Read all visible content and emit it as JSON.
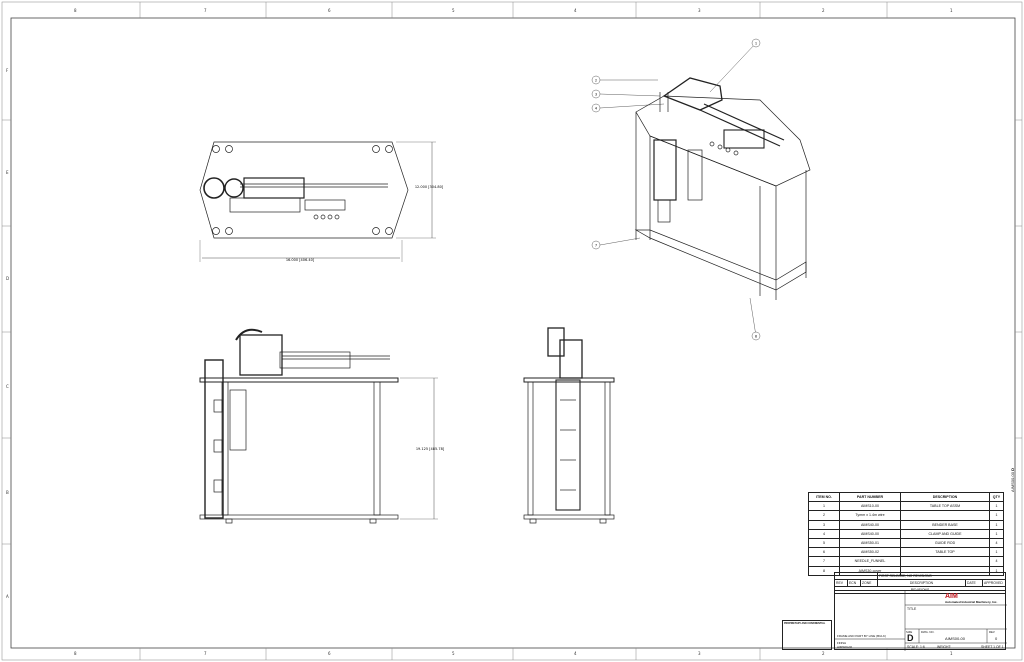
{
  "zones": {
    "columns_top": [
      "8",
      "7",
      "6",
      "5",
      "4",
      "3",
      "2",
      "1"
    ],
    "columns_bottom": [
      "8",
      "7",
      "6",
      "5",
      "4",
      "3",
      "2",
      "1"
    ],
    "rows": [
      "F",
      "E",
      "D",
      "C",
      "B",
      "A"
    ]
  },
  "dimensions": {
    "top_width": "16.000 [406.40]",
    "top_height": "12.000 [304.80]",
    "front_height": "19.125 [485.78]"
  },
  "balloons": [
    "1",
    "2",
    "3",
    "4",
    "7",
    "8"
  ],
  "bom": {
    "headers": [
      "ITEM NO.",
      "PART NUMBER",
      "DESCRIPTION",
      "QTY"
    ],
    "rows": [
      [
        "1",
        "AIMS10-00",
        "TABLE TOP ASSM",
        "1"
      ],
      [
        "2",
        "Tymm x 1.4m wire",
        "",
        "1"
      ],
      [
        "3",
        "AIMS40-00",
        "BENDER BASE",
        "1"
      ],
      [
        "4",
        "AIMS40-00",
        "CLAMP AND GUIDE",
        "1"
      ],
      [
        "5",
        "AIMS50-01",
        "GUIDE ROD",
        "4"
      ],
      [
        "6",
        "AIMS50-02",
        "TABLE TOP",
        "1"
      ],
      [
        "7",
        "NEEDLE_FUNNEL",
        "",
        "4"
      ],
      [
        "8",
        "AIMS30-cover",
        "",
        "1"
      ]
    ]
  },
  "revision": {
    "row_text": "FIRST RELEASE, NO REVISIONS",
    "headers": [
      "REV",
      "ECN",
      "ZONE",
      "DESCRIPTION",
      "DATE",
      "APPROVED"
    ],
    "section": "REVISIONS"
  },
  "title_block": {
    "company_logo": "AIM",
    "company": "Automated Industrial Machinery, Inc.",
    "title_label": "TITLE",
    "size_label": "SIZE",
    "size": "D",
    "dwg_label": "DWG. NO.",
    "dwg_no": "AIMS00-00",
    "rev_label": "REV",
    "rev": "0",
    "scale": "SCALE: 1:6",
    "weight": "WEIGHT:",
    "sheet": "SHEET 1 OF 1",
    "material": "FRAME AND PART BY LINE (BULK)",
    "finish": "FINISH",
    "part_no": "AIMS00-00",
    "confidential_title": "PROPRIETARY AND CONFIDENTIAL"
  },
  "side_dwg": "AIMS00-00",
  "side_size": "D"
}
